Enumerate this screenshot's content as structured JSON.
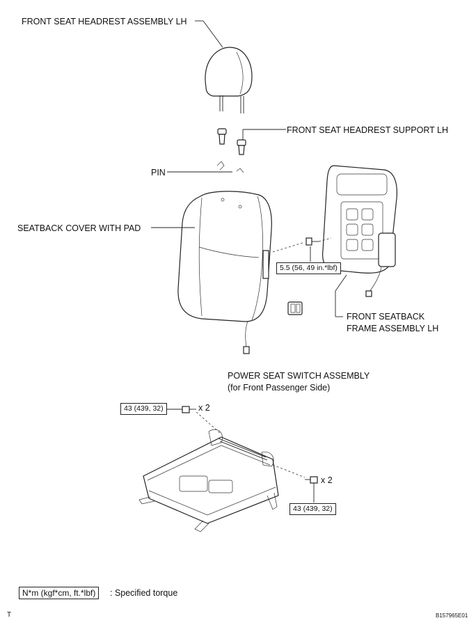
{
  "labels": {
    "headrest": "FRONT SEAT HEADREST ASSEMBLY LH",
    "headrest_support": "FRONT SEAT HEADREST SUPPORT LH",
    "pin": "PIN",
    "seatback_cover": "SEATBACK COVER WITH PAD",
    "frame_line1": "FRONT SEATBACK",
    "frame_line2": "FRAME ASSEMBLY LH",
    "switch_line1": "POWER SEAT SWITCH ASSEMBLY",
    "switch_line2": "(for Front Passenger Side)"
  },
  "torques": {
    "seatback_bolt": "5.5 (56, 49 in.*lbf)",
    "upper_bolt": "43 (439, 32)",
    "lower_bolt": "43 (439, 32)"
  },
  "quantities": {
    "upper": "x 2",
    "lower": "x 2"
  },
  "legend": {
    "box": "N*m (kgf*cm, ft.*lbf)",
    "text": ": Specified torque"
  },
  "footer": {
    "left": "T",
    "right": "B157965E01"
  }
}
